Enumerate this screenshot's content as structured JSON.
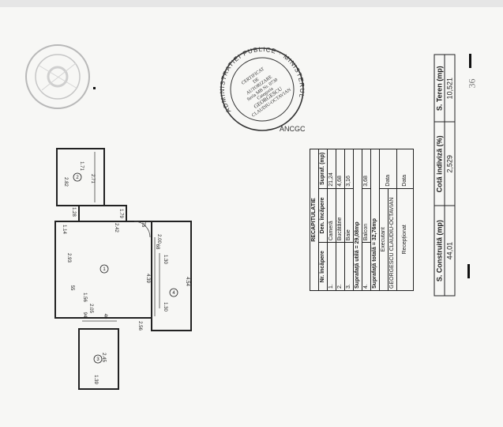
{
  "stamp_main": {
    "ring_text": "ADMINISTRATIEI PUBLICE · MINISTERUL",
    "center_lines": [
      "CERTIFICAT",
      "DE",
      "AUTORIZARE",
      "Seria MB Nr. 0730",
      "Categoria",
      "GEORGESCU",
      "CLAUDIU-OCTAVIAN"
    ],
    "tag": "ANCGC"
  },
  "plan": {
    "room_numbers": [
      "1",
      "2",
      "3",
      "4"
    ],
    "dimensions": [
      "2.82",
      "2.71",
      "1.71",
      "1.28",
      "1.79",
      "2.42",
      "1.14",
      "2.93",
      "4.39",
      "4.54",
      "2.00",
      "1.30",
      "1.30",
      "1.56",
      "2.05",
      "2.56",
      "2.45",
      "1.39",
      "55",
      "75",
      "68",
      "94",
      "40"
    ]
  },
  "recap": {
    "title": "RECAPITULATIE",
    "headers": [
      "Nr. încăpere",
      "Den. încăpere",
      "Supraf. (mp)"
    ],
    "rows": [
      [
        "1.",
        "Cameră",
        "21,24"
      ],
      [
        "2.",
        "Bucătărie",
        "4,68"
      ],
      [
        "3.",
        "Baie",
        "3,16"
      ]
    ],
    "useful": "Suprafață utilă = 29,08mp",
    "row4": [
      "4.",
      "Balcon",
      "3,68"
    ],
    "total": "Suprafață totală = 32,76mp",
    "executant_label": "Executant",
    "executant_name": "GEORGESCU CLAUDIU-OCTAVIAN",
    "receptionat": "Recepționat",
    "date_label": "Data"
  },
  "summary": {
    "headers": [
      "S. Construită (mp)",
      "Cotă indiviză (%)",
      "S. Teren (mp)"
    ],
    "values": [
      "44,01",
      "2,529",
      "10,521"
    ]
  },
  "note_mark": "36"
}
